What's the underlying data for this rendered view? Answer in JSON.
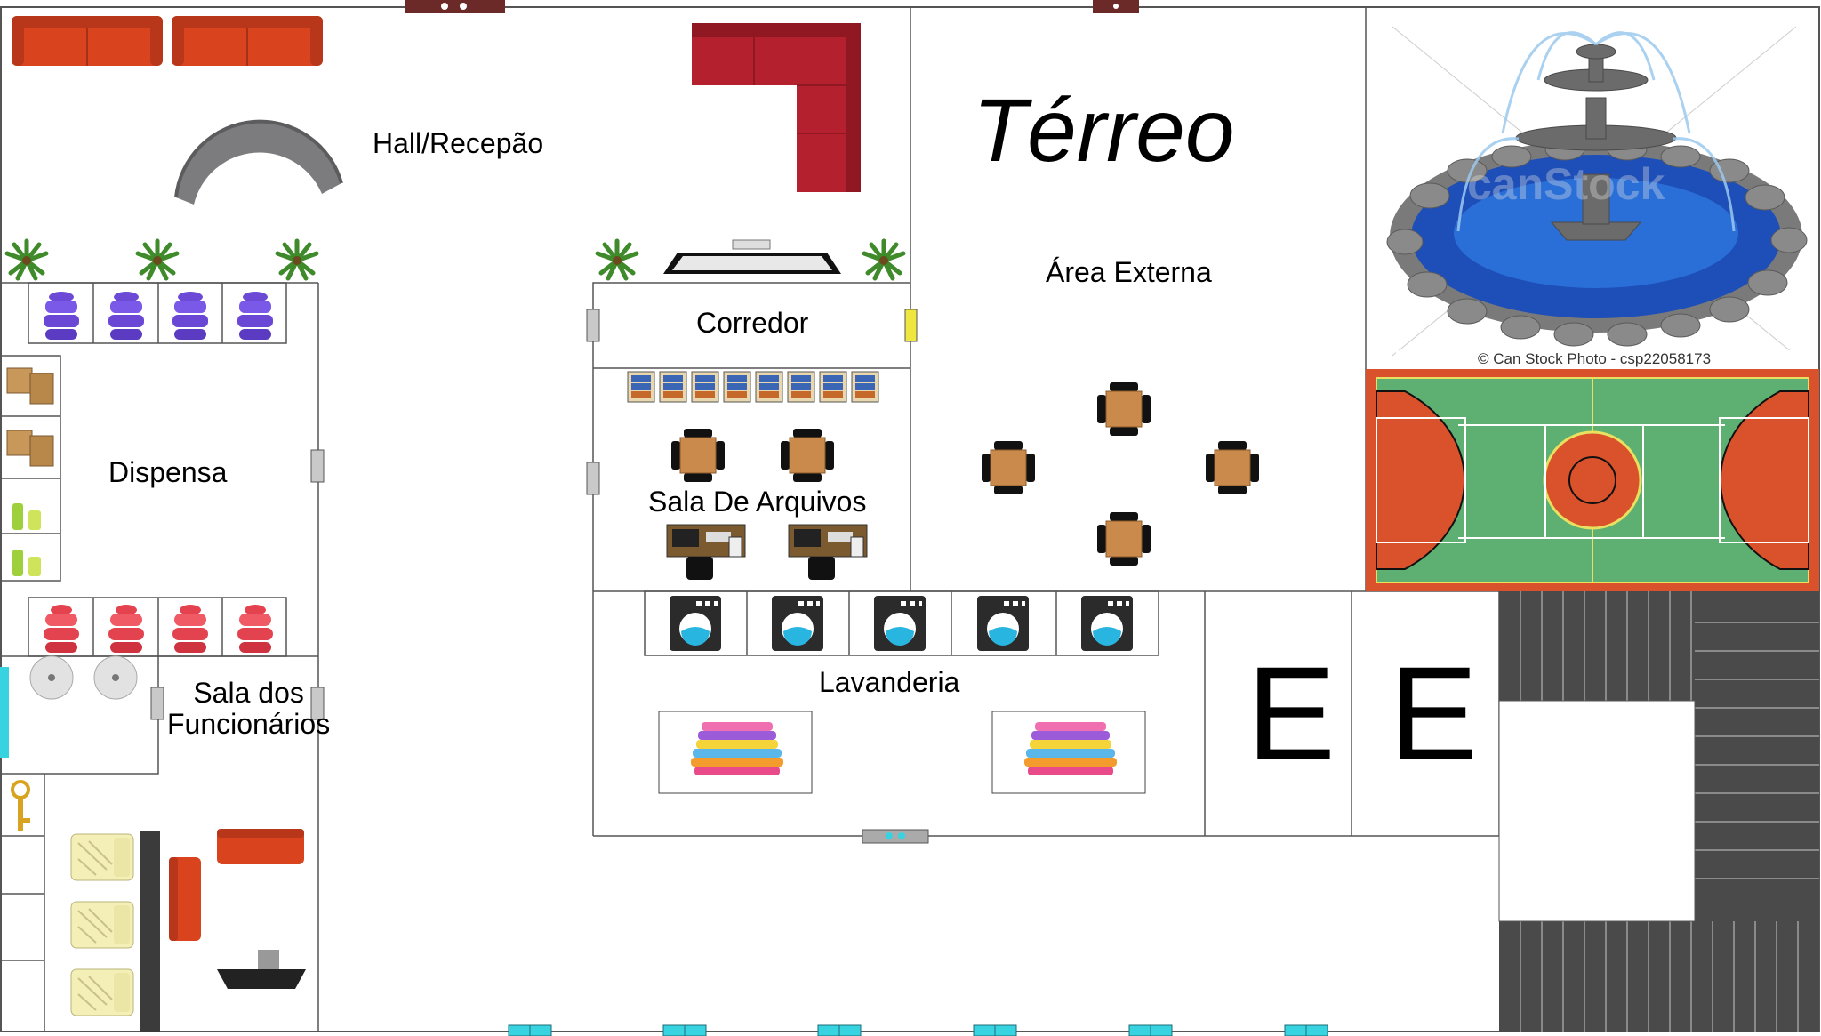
{
  "title": "Térreo",
  "rooms": {
    "hall": "Hall/Recepão",
    "area_externa": "Área Externa",
    "corredor": "Corredor",
    "sala_arquivos": "Sala De Arquivos",
    "dispensa": "Dispensa",
    "sala_funcionarios_line1": "Sala dos",
    "sala_funcionarios_line2": "Funcionários",
    "lavanderia": "Lavanderia",
    "elevador_1": "E",
    "elevador_2": "E"
  },
  "watermark": {
    "text": "© Can Stock Photo - csp22058173",
    "logo": "canStock"
  },
  "colors": {
    "wall": "#555555",
    "sofa": "#d9431e",
    "red_sofa": "#b5202e",
    "court_orange": "#d9522b",
    "court_green": "#5daf72",
    "water": "#2a63c7",
    "stair": "#4a4a4a",
    "door_cyan": "#38d3e0",
    "door_brown": "#6b2a28",
    "table_wood": "#c98a4b"
  },
  "icons": [
    "sofa-icon",
    "sectional-sofa-icon",
    "curved-sofa-icon",
    "palm-plant-icon",
    "tv-icon",
    "door-icon",
    "books-icon",
    "round-table-icon",
    "desk-icon",
    "purple-container-icon",
    "red-container-icon",
    "box-icon",
    "bottle-icon",
    "sink-icon",
    "key-icon",
    "bed-icon",
    "washing-machine-icon",
    "clothes-pile-icon",
    "fountain-icon",
    "basketball-court-icon",
    "stairs-icon",
    "stove-icon"
  ]
}
